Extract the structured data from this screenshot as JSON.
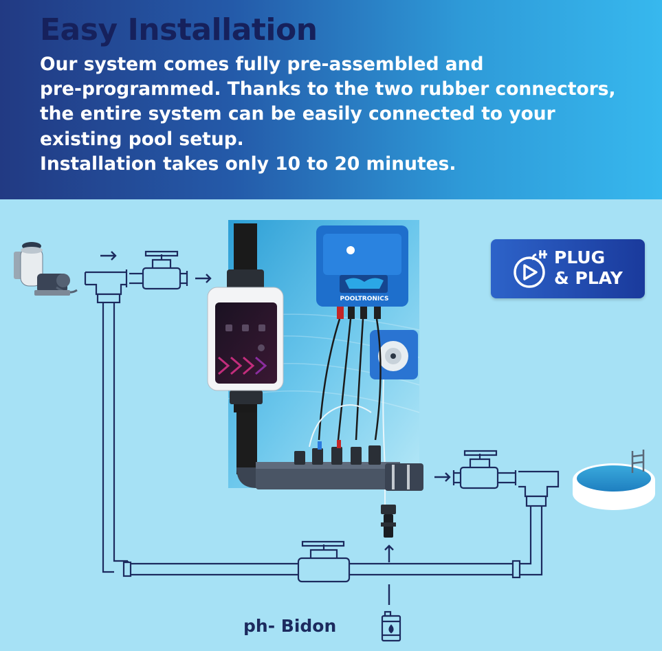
{
  "header": {
    "title": "Easy Installation",
    "description_lines": [
      "Our system comes fully pre-assembled and",
      "pre-programmed. Thanks to the two rubber connectors,",
      "the entire system can be easily connected to your",
      "existing pool setup.",
      "Installation takes only 10 to 20 minutes."
    ]
  },
  "badge": {
    "line1": "PLUG",
    "line2": "& PLAY",
    "icon": "plug-play-icon"
  },
  "device": {
    "brand_label": "POOLTRONICS"
  },
  "bidon": {
    "label": "ph- Bidon",
    "icon": "canister-icon"
  },
  "colors": {
    "header_dark": "#223a83",
    "header_light": "#37b8ee",
    "title": "#16215c",
    "background": "#a6e1f5",
    "pipe_line": "#1c2a5e",
    "badge": "#1f49b0"
  }
}
